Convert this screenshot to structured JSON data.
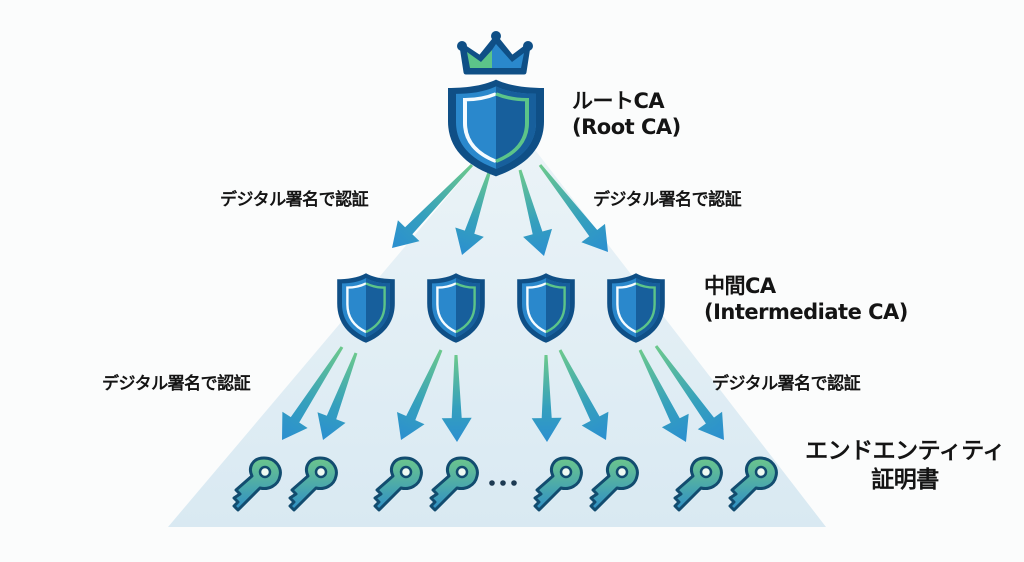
{
  "diagram": {
    "title": "PKI certificate hierarchy",
    "levels": {
      "root": {
        "line1": "ルートCA",
        "line2": "(Root CA)",
        "icon": "shield-with-crown-icon"
      },
      "intermediate": {
        "line1": "中間CA",
        "line2": "(Intermediate CA)",
        "icon": "shield-icon",
        "count": 4
      },
      "end_entity": {
        "line1": "エンドエンティティ",
        "line2": "証明書",
        "icon": "key-icon",
        "count": 8,
        "ellipsis": "…"
      }
    },
    "edge_labels": {
      "root_left": "デジタル署名で認証",
      "root_right": "デジタル署名で認証",
      "intermediate_left": "デジタル署名で認証",
      "intermediate_right": "デジタル署名で認証"
    },
    "colors": {
      "shield_dark": "#0f4f86",
      "shield_mid": "#1e6fb3",
      "shield_light": "#2a88cc",
      "accent_green": "#5cc489",
      "arrow_top": "#6cc98c",
      "arrow_bottom": "#2b8fd0",
      "key_top": "#66c28a",
      "key_bottom": "#2f8fc6",
      "pyramid": "#dcebf3",
      "text": "#141414"
    }
  }
}
